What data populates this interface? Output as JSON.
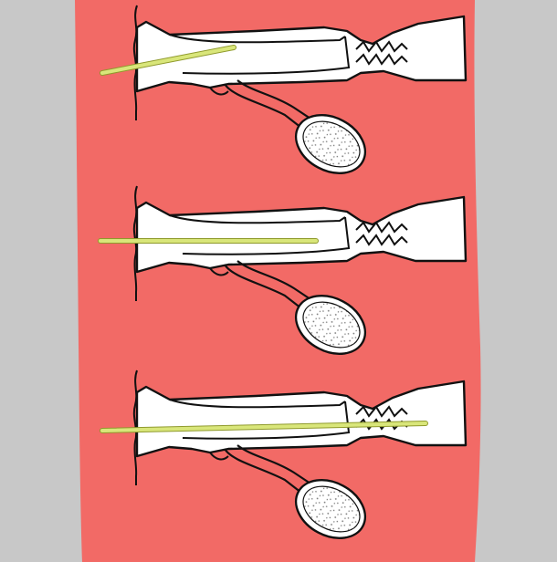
{
  "colors": {
    "background": "#c8c8c8",
    "tissue": "#f26a66",
    "duct": "#ffffff",
    "outline": "#111111",
    "probe": "#d9e67a",
    "probe_edge": "#8f9a2c",
    "stipple": "#777777"
  },
  "panels": [
    {
      "id": "top",
      "probe_depth": "shallow"
    },
    {
      "id": "middle",
      "probe_depth": "medium"
    },
    {
      "id": "bottom",
      "probe_depth": "deep"
    }
  ]
}
